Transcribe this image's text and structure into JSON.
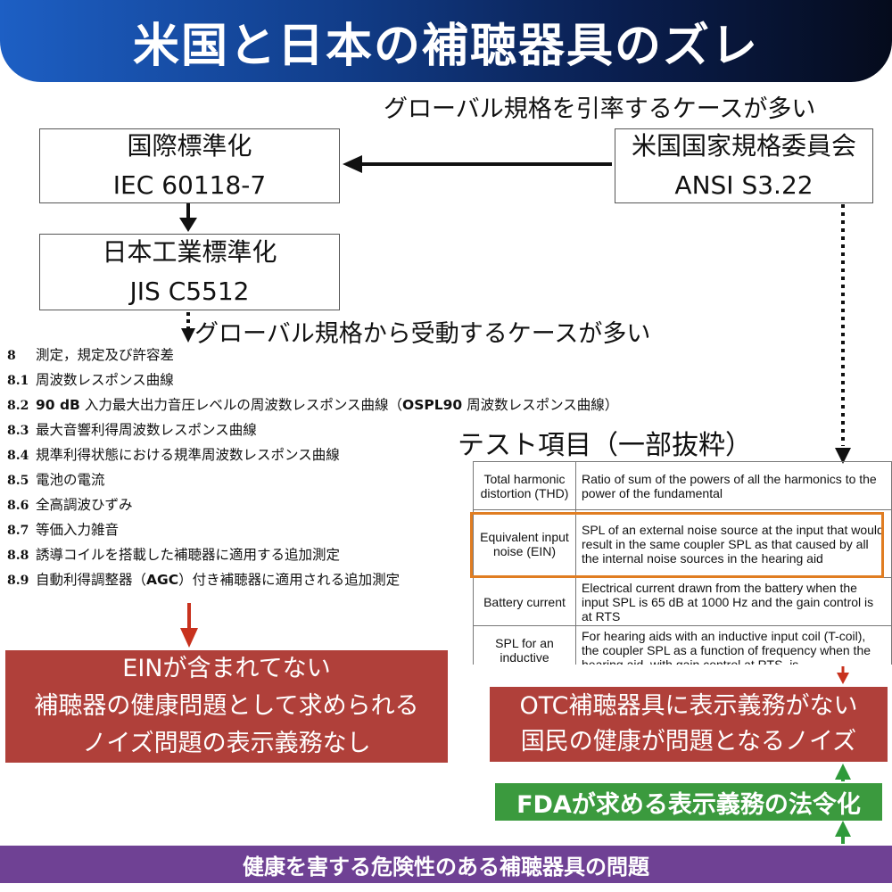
{
  "title": "米国と日本の補聴器具のズレ",
  "notes": {
    "global_lead": "グローバル規格を引率するケースが多い",
    "global_follow": "グローバル規格から受動するケースが多い"
  },
  "boxes": {
    "iec": {
      "line1": "国際標準化",
      "line2": "IEC 60118-7"
    },
    "ansi": {
      "line1": "米国国家規格委員会",
      "line2": "ANSI S3.22"
    },
    "jis": {
      "line1": "日本工業標準化",
      "line2": "JIS C5512"
    }
  },
  "jis_list": [
    {
      "num": "8",
      "text": "測定，規定及び許容差"
    },
    {
      "num": "8.1",
      "text": "周波数レスポンス曲線"
    },
    {
      "num": "8.2",
      "text_bold": "90 dB",
      "text": " 入力最大出力音圧レベルの周波数レスポンス曲線（",
      "text_bold2": "OSPL90",
      "text2": " 周波数レスポンス曲線）"
    },
    {
      "num": "8.3",
      "text": "最大音響利得周波数レスポンス曲線"
    },
    {
      "num": "8.4",
      "text": "規準利得状態における規準周波数レスポンス曲線"
    },
    {
      "num": "8.5",
      "text": "電池の電流"
    },
    {
      "num": "8.6",
      "text": "全高調波ひずみ"
    },
    {
      "num": "8.7",
      "text": "等価入力雑音"
    },
    {
      "num": "8.8",
      "text": "誘導コイルを搭載した補聴器に適用する追加測定"
    },
    {
      "num": "8.9",
      "text": "自動利得調整器（",
      "text_bold": "AGC",
      "text2": "）付き補聴器に適用される追加測定"
    }
  ],
  "test_heading": "テスト項目（一部抜粋）",
  "test_table": [
    {
      "term": "Total harmonic distortion (THD)",
      "definition": "Ratio of sum of the powers of all the harmonics to the power of the fundamental"
    },
    {
      "term": "Equivalent input noise (EIN)",
      "definition": "SPL of an external noise source at the input that would result in the same coupler SPL as that caused by all the internal noise sources in the hearing aid"
    },
    {
      "term": "Battery current",
      "definition": "Electrical current drawn from the battery when the input SPL is 65 dB at 1000 Hz and the gain control is at RTS"
    },
    {
      "term": "SPL for an inductive",
      "definition": "For hearing aids with an inductive input coil (T-coil), the coupler SPL as a function of frequency when the hearing aid, with gain control at RTS, is"
    }
  ],
  "jp_issue": {
    "line1": "EINが含まれてない",
    "line2": "補聴器の健康問題として求められる",
    "line3": "ノイズ問題の表示義務なし"
  },
  "us_issue": {
    "line1": "OTC補聴器具に表示義務がない",
    "line2": "国民の健康が問題となるノイズ"
  },
  "fda": "FDAが求める表示義務の法令化",
  "footer": "健康を害する危険性のある補聴器具の問題",
  "colors": {
    "title_gradient_start": "#1d5fc4",
    "title_gradient_end": "#050b1c",
    "issue_red": "#b0403a",
    "arrow_red": "#c8321e",
    "highlight_orange": "#e07d22",
    "fda_green": "#3b9a3e",
    "footer_purple": "#6f4194"
  }
}
